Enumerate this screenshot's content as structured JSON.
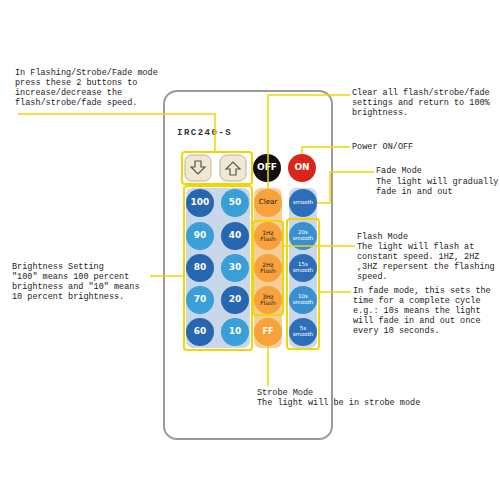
{
  "diagram": {
    "nodes": [
      {
        "text": [
          "IRC240-S"
        ]
      },
      {
        "text": [
          "OFF"
        ],
        "in": 0
      },
      {
        "text": [
          "ON"
        ],
        "in": 0
      },
      {
        "text": [
          "100"
        ],
        "in": 0
      },
      {
        "text": [
          "50"
        ],
        "in": 0
      },
      {
        "text": [
          "Clear"
        ],
        "in": 0
      },
      {
        "text": [
          "smooth"
        ],
        "in": 0
      },
      {
        "text": [
          "90"
        ],
        "in": 0
      },
      {
        "text": [
          "40"
        ],
        "in": 0
      },
      {
        "text": [
          "1Hz Flash"
        ],
        "in": 0
      },
      {
        "text": [
          "20s smooth"
        ],
        "in": 0
      },
      {
        "text": [
          "80"
        ],
        "in": 0
      },
      {
        "text": [
          "30"
        ],
        "in": 0
      },
      {
        "text": [
          "2Hz Flash"
        ],
        "in": 0
      },
      {
        "text": [
          "15s smooth"
        ],
        "in": 0
      },
      {
        "text": [
          "70"
        ],
        "in": 0
      },
      {
        "text": [
          "20"
        ],
        "in": 0
      },
      {
        "text": [
          "3Hz Flash"
        ],
        "in": 0
      },
      {
        "text": [
          "10s smooth"
        ],
        "in": 0
      },
      {
        "text": [
          "60"
        ],
        "in": 0
      },
      {
        "text": [
          "10"
        ],
        "in": 0
      },
      {
        "text": [
          "FF"
        ],
        "in": 0
      },
      {
        "text": [
          "5s smooth"
        ],
        "in": 0
      }
    ],
    "labels": [
      "In Flashing/Strobe/Fade mode press these 2 buttons to increase/decrease the flash/strobe/fade speed.",
      "Clear all flash/strobe/fade settings and return to 100% brightness.",
      "Power ON/OFF",
      "Fade Mode",
      "The light will gradually fade in and out",
      "Flash Mode",
      "The light will flash at constant speed. 1HZ, 2HZ ,3HZ repersent the flashing speed.",
      "Brightness Setting",
      "\"100\" means 100 percent brightness and \"10\" means 10 percent brightness.",
      "In fade mode, this sets the time for a complete cycle e.g.: 10s means the light will fade in and out once every 10 seconds.",
      "Strobe Mode",
      "The light will be in strobe mode"
    ]
  }
}
